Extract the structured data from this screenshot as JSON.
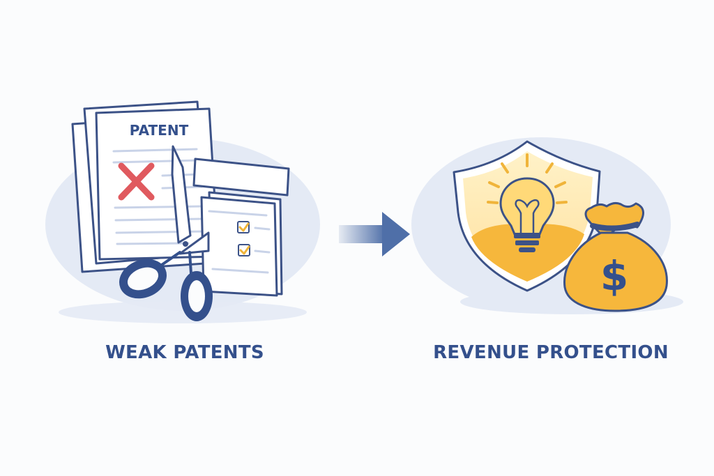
{
  "colors": {
    "navy": "#34508c",
    "outline": "#3c5287",
    "blob": "#e4eaf5",
    "paper": "#ffffff",
    "paper_line": "#c9d3e8",
    "cross_red": "#e05a5f",
    "check_gold": "#f0b43a",
    "gold": "#f6b73c",
    "gold_light": "#ffd978",
    "arrow": "#4f6fa8",
    "caption": "#34508c"
  },
  "left_panel": {
    "document_title": "PATENT",
    "caption": "WEAK PATENTS",
    "icons": [
      "document-stack-icon",
      "x-mark-icon",
      "scissors-icon",
      "checklist-icon"
    ]
  },
  "arrow": {
    "icon": "arrow-right-icon"
  },
  "right_panel": {
    "bag_symbol": "$",
    "caption": "REVENUE PROTECTION",
    "icons": [
      "shield-icon",
      "lightbulb-icon",
      "money-bag-icon"
    ]
  }
}
